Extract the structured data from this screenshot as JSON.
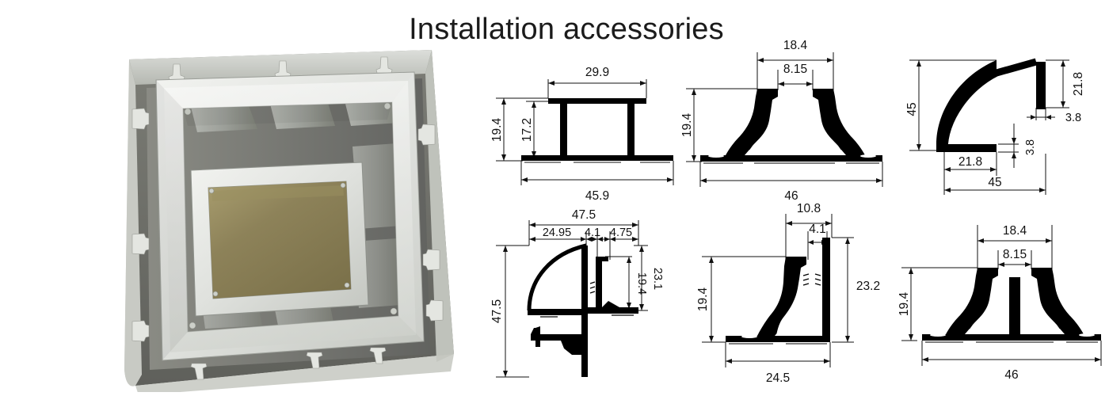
{
  "page": {
    "title": "Installation accessories",
    "background_color": "#ffffff",
    "line_color": "#111111",
    "profile_fill": "#000000"
  },
  "photo": {
    "name": "aluminium-frame-assembly-photo",
    "description": "Aluminium installation frame assembly, nested square frames",
    "colors": {
      "outer_flange": "#cfd1cc",
      "dark_cavity": "#6e6f69",
      "bright_metal": "#e9eae6",
      "mid_metal": "#b9bcb6",
      "inner_panel": "#8b8058",
      "inner_panel_light": "#a4996b",
      "shadow": "#4d4e49"
    }
  },
  "drawings": [
    {
      "id": "drawing-1",
      "name": "h-profile-45-9",
      "dimensions": {
        "top_width": "29.9",
        "overall_height": "19.4",
        "inner_height": "17.2",
        "bottom_width": "45.9"
      }
    },
    {
      "id": "drawing-2",
      "name": "double-flange-profile-46",
      "dimensions": {
        "outer_top": "18.4",
        "inner_gap": "8.15",
        "height": "19.4",
        "bottom_width": "46"
      }
    },
    {
      "id": "drawing-3",
      "name": "quarter-round-corner-profile-45",
      "dimensions": {
        "left_height": "45",
        "right_height": "21.8",
        "wall_thickness_vertical": "3.8",
        "wall_thickness_horizontal": "3.8",
        "bottom_leg": "21.8",
        "overall_width": "45"
      }
    },
    {
      "id": "drawing-4",
      "name": "corner-profile-47-5",
      "dimensions": {
        "overall_width": "47.5",
        "segment_a": "24.95",
        "segment_b": "4.1",
        "segment_c": "4.75",
        "right_height_outer": "23.1",
        "right_height_inner": "19.4",
        "left_height": "47.5"
      }
    },
    {
      "id": "drawing-5",
      "name": "edge-end-profile-24-5",
      "dimensions": {
        "top_width": "10.8",
        "inner_gap": "4.1",
        "left_height": "19.4",
        "right_height": "23.2",
        "bottom_width": "24.5"
      }
    },
    {
      "id": "drawing-6",
      "name": "double-flange-profile-with-rib-46",
      "dimensions": {
        "outer_top": "18.4",
        "inner_gap": "8.15",
        "height": "19.4",
        "bottom_width": "46"
      }
    }
  ]
}
